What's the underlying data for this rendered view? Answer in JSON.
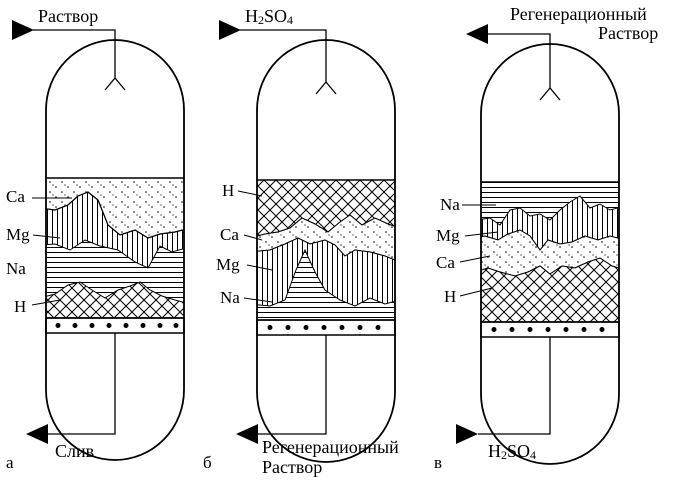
{
  "colors": {
    "ink": "#000000",
    "paper": "#ffffff"
  },
  "columns": [
    {
      "id": "a",
      "letter": "а",
      "inlet_label": [
        "Раствор"
      ],
      "outlet_label": [
        "Слив"
      ],
      "layers": [
        "Ca",
        "Mg",
        "Na",
        "H"
      ]
    },
    {
      "id": "b",
      "letter": "б",
      "inlet_label": [
        "H",
        "2",
        "SO",
        "4"
      ],
      "outlet_label": [
        "Регенерационный",
        "Раствор"
      ],
      "layers": [
        "H",
        "Ca",
        "Mg",
        "Na"
      ]
    },
    {
      "id": "c",
      "letter": "в",
      "inlet_label": [
        "Регенерационный",
        "Раствор"
      ],
      "outlet_label": [
        "H",
        "2",
        "SO",
        "4"
      ],
      "layers": [
        "Na",
        "Mg",
        "Ca",
        "H"
      ]
    }
  ]
}
